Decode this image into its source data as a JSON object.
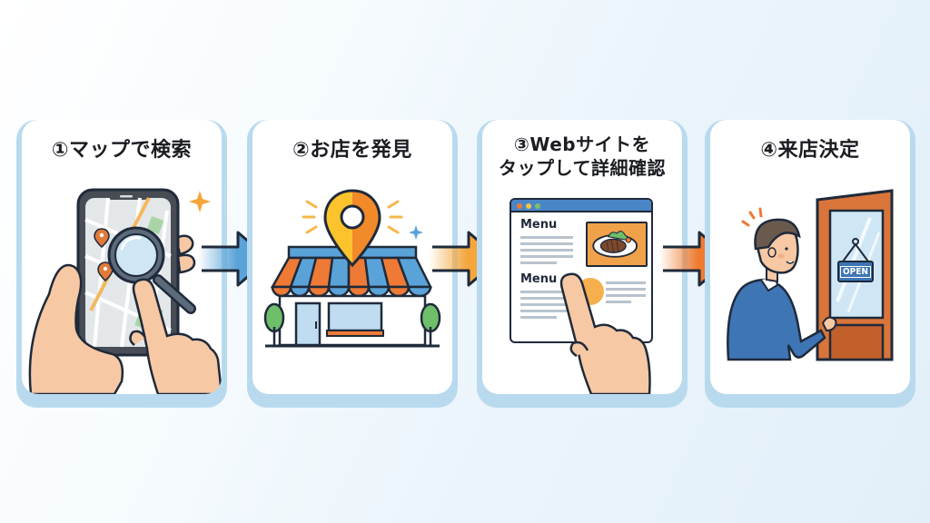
{
  "steps": [
    {
      "number": "①",
      "title": "①マップで検索",
      "illustration": "smartphone-map-search",
      "accent": "#5aa3d8"
    },
    {
      "number": "②",
      "title": "②お店を発見",
      "illustration": "shop-with-location-pin",
      "accent": "#f5a63a"
    },
    {
      "number": "③",
      "title_line1": "③Webサイトを",
      "title_line2": "タップして詳細確認",
      "illustration": "website-menu-tap",
      "browser": {
        "menu_label_1": "Menu",
        "menu_label_2": "Menu"
      },
      "accent": "#f08a3c"
    },
    {
      "number": "④",
      "title": "④来店決定",
      "illustration": "man-entering-shop",
      "sign_text": "OPEN",
      "accent": "#e9772c"
    }
  ],
  "arrows": [
    {
      "from": 1,
      "to": 2,
      "color": "#5aa3d8"
    },
    {
      "from": 2,
      "to": 3,
      "color": "#f5a63a"
    },
    {
      "from": 3,
      "to": 4,
      "color": "#f07a2e"
    }
  ],
  "colors": {
    "card_frame": "#b9daee",
    "card_body": "#ffffff",
    "outline": "#1f2a3a",
    "title_text": "#1b1d22"
  }
}
